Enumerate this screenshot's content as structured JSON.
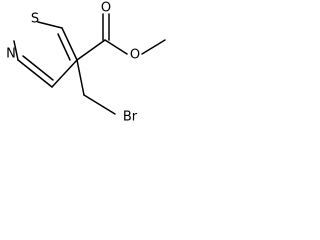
{
  "structure": {
    "atoms": {
      "sulfur": "S",
      "nitrogen": "N",
      "carbonyl_oxygen": "O",
      "ester_oxygen": "O",
      "bromine": "Br"
    }
  }
}
